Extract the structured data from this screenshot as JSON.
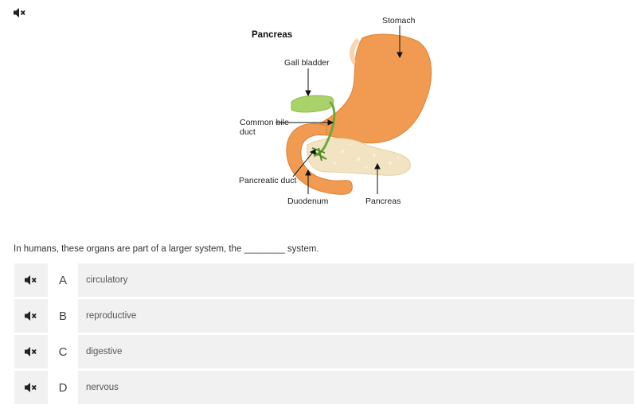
{
  "toolbar": {
    "mute_icon": "speaker-muted-icon"
  },
  "diagram": {
    "title": "Pancreas",
    "labels": {
      "stomach": "Stomach",
      "gall_bladder": "Gall bladder",
      "common_bile_1": "Common bile",
      "common_bile_2": "duct",
      "pancreatic_duct": "Pancreatic duct",
      "duodenum": "Duodenum",
      "pancreas": "Pancreas"
    },
    "colors": {
      "stomach": "#f09a52",
      "pancreas": "#f2e3c2",
      "gall_bladder": "#a9d26a",
      "duct": "#6ea83c"
    }
  },
  "question": {
    "text": "In humans, these organs are part of a larger system, the ________ system."
  },
  "answers": [
    {
      "letter": "A",
      "text": "circulatory"
    },
    {
      "letter": "B",
      "text": "reproductive"
    },
    {
      "letter": "C",
      "text": "digestive"
    },
    {
      "letter": "D",
      "text": "nervous"
    }
  ]
}
